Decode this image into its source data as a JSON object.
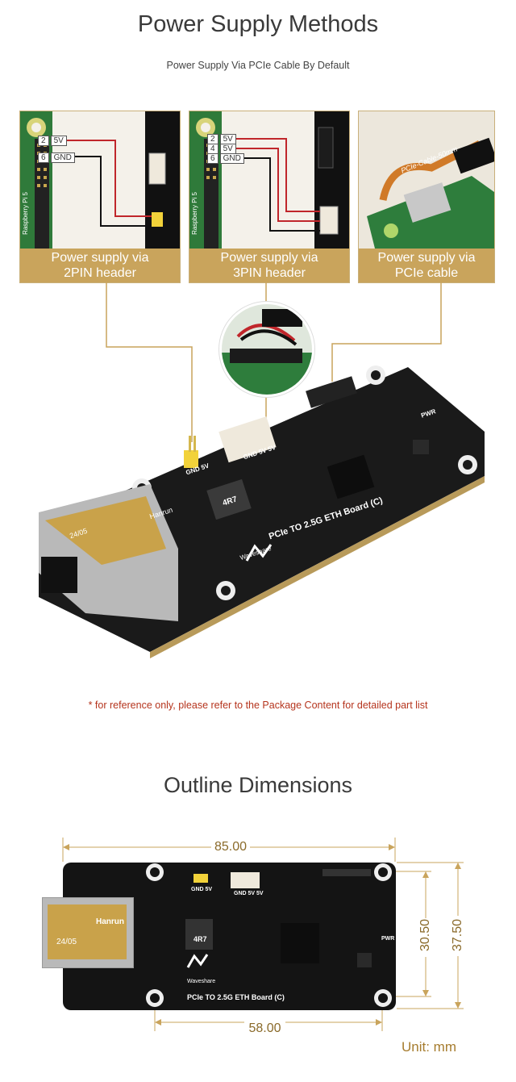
{
  "section1": {
    "title": "Power Supply Methods",
    "subtitle": "Power Supply Via PCIe Cable By Default"
  },
  "panels": [
    {
      "caption_line1": "Power supply via",
      "caption_line2": "2PIN header",
      "pins": [
        {
          "num": "2",
          "label": "5V"
        },
        {
          "num": "6",
          "label": "GND"
        }
      ],
      "board_text": "Raspberry Pi 5"
    },
    {
      "caption_line1": "Power supply via",
      "caption_line2": "3PIN header",
      "pins": [
        {
          "num": "2",
          "label": "5V"
        },
        {
          "num": "4",
          "label": "5V"
        },
        {
          "num": "6",
          "label": "GND"
        }
      ],
      "board_text": "Raspberry Pi 5"
    },
    {
      "caption_line1": "Power supply via",
      "caption_line2": "PCIe cable",
      "cable_text": "PCIe-Cable-50mm"
    }
  ],
  "board": {
    "name": "PCIe TO 2.5G ETH Board (C)",
    "brand": "Waveshare",
    "jack_text": "Hanrun",
    "jack_code": "24/05",
    "label_2pin": "GND 5V",
    "label_3pin": "GND 5V 5V",
    "label_pwr": "PWR",
    "inductor": "4R7"
  },
  "disclaimer": "* for reference only, please refer to the Package Content for detailed part list",
  "section2": {
    "title": "Outline Dimensions",
    "dim_width": "85.00",
    "dim_hole_spacing_x": "58.00",
    "dim_hole_spacing_y": "30.50",
    "dim_height": "37.50",
    "unit": "Unit: mm"
  },
  "colors": {
    "accent_gold": "#c9a45c",
    "pcb_black": "#151515",
    "wire_red": "#c0262b",
    "note_red": "#b5341d"
  }
}
